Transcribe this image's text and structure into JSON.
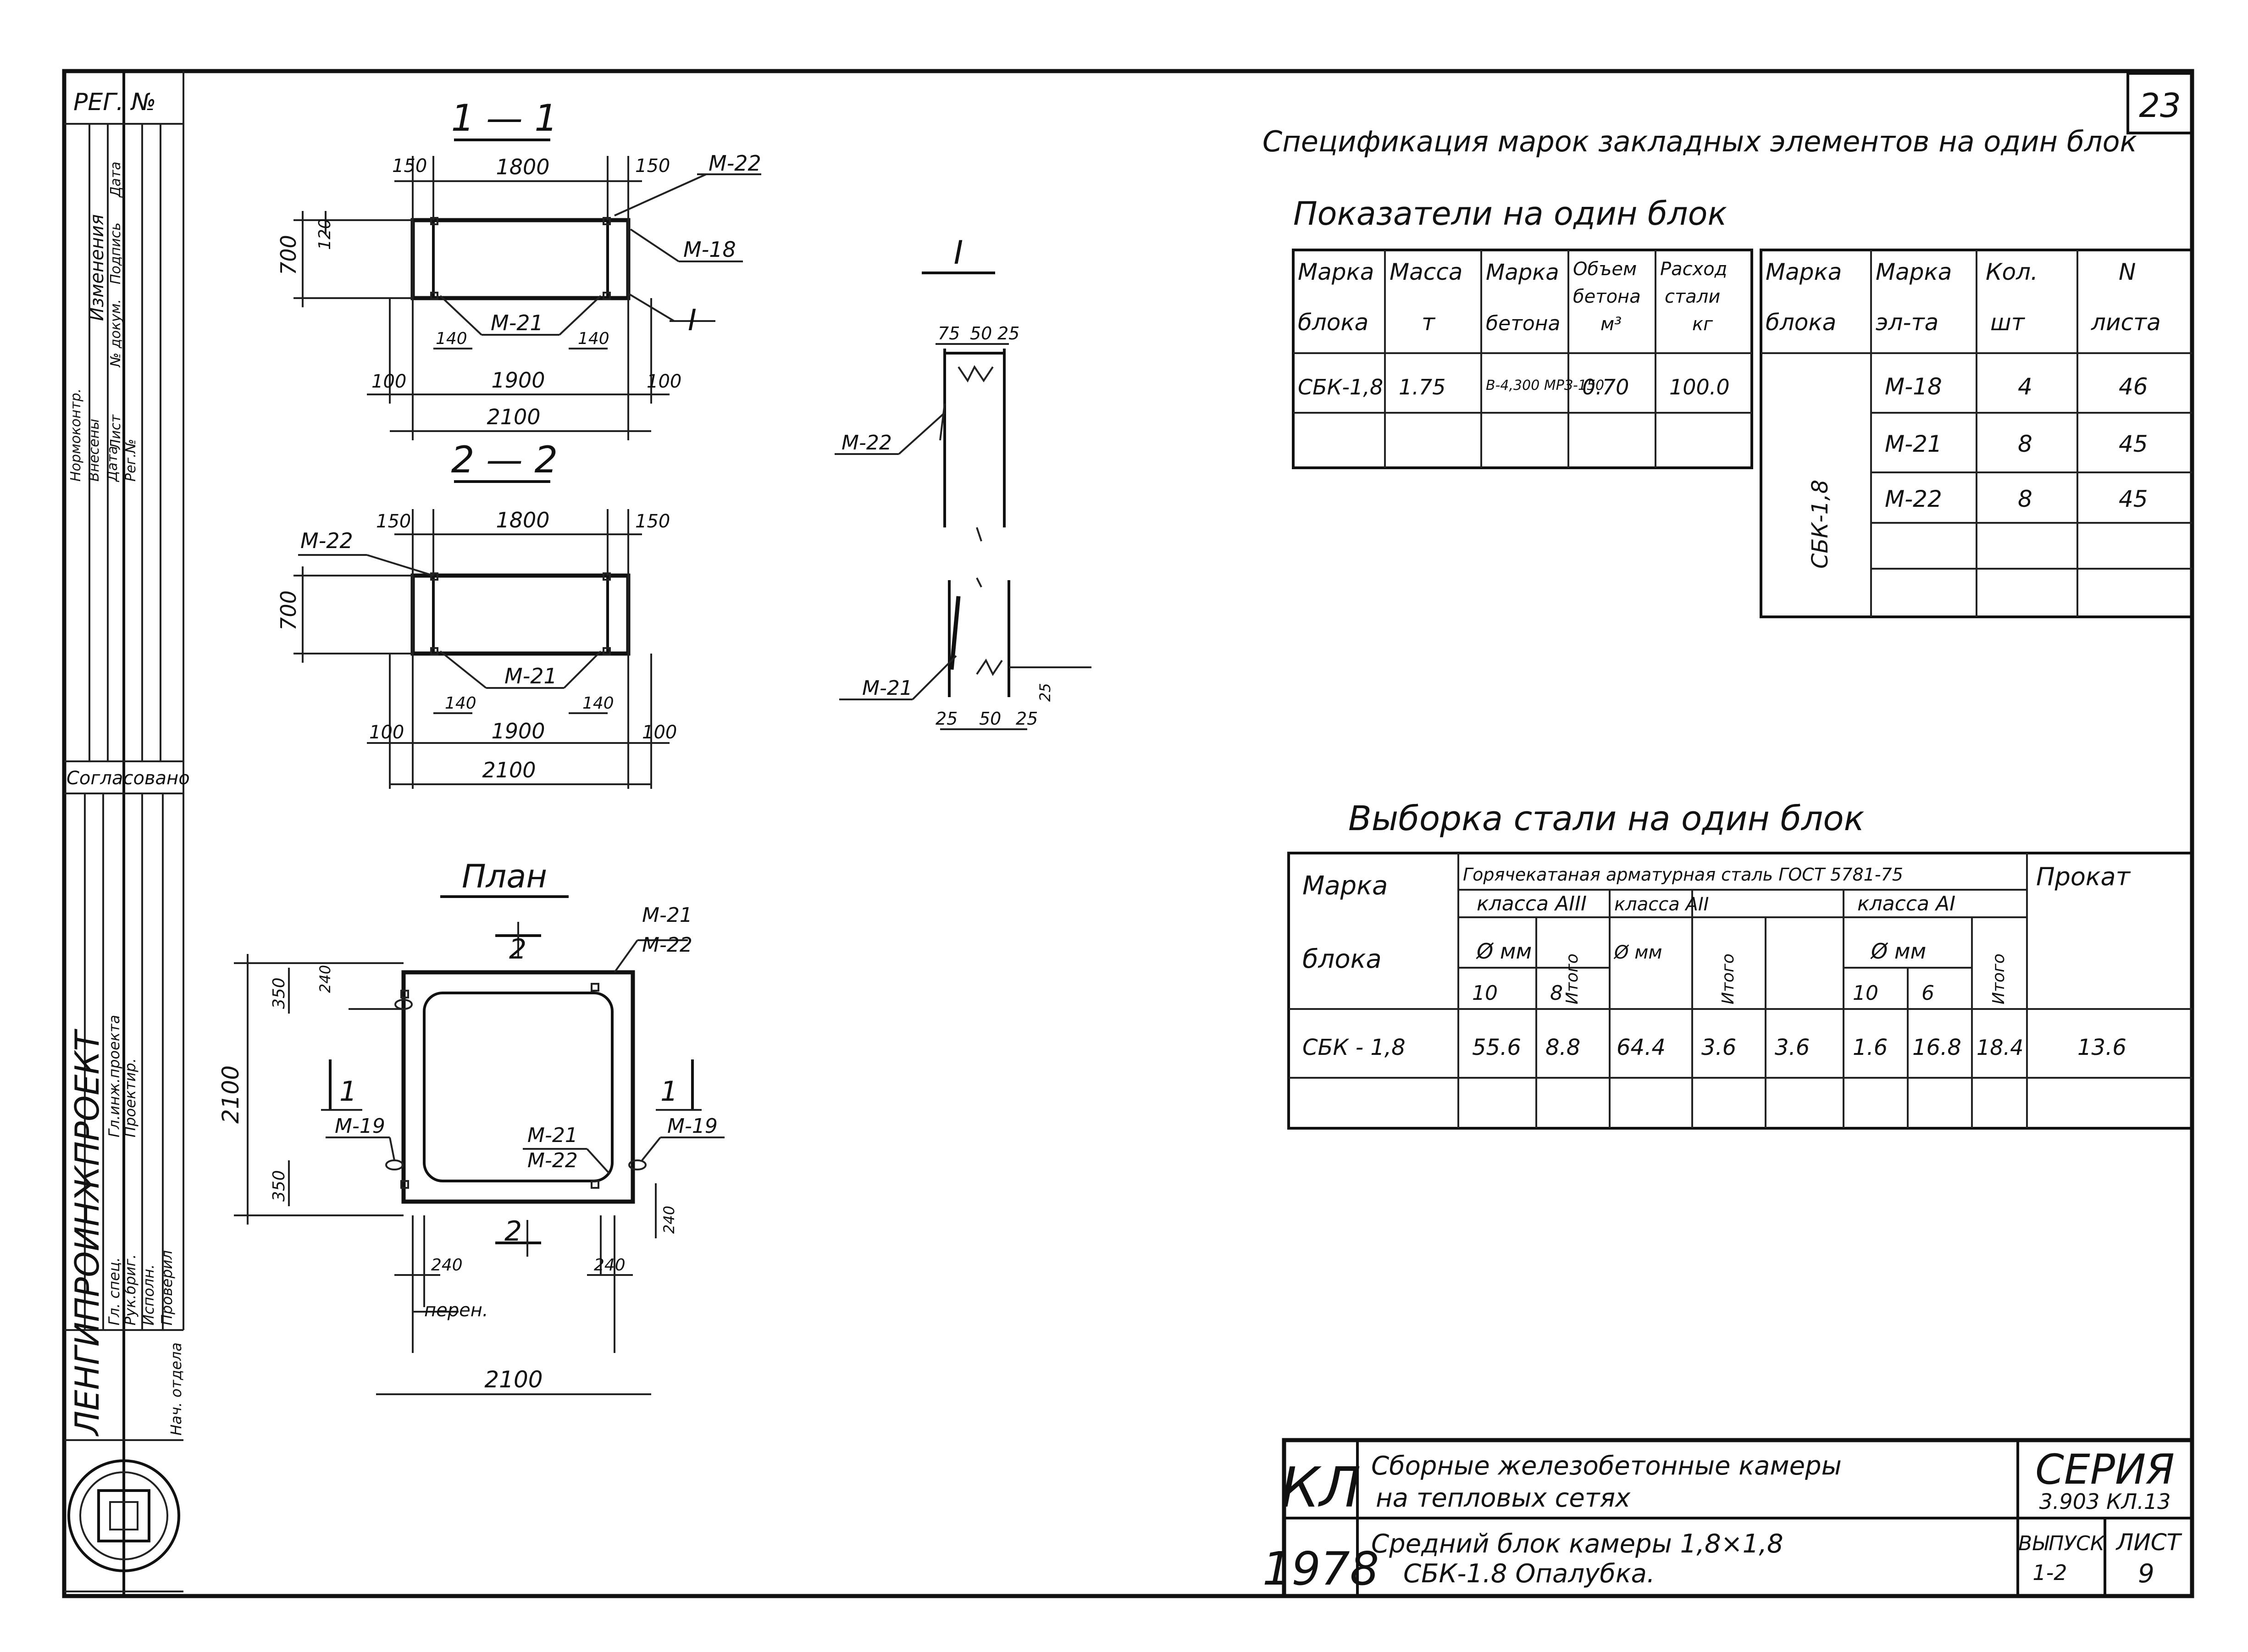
{
  "sheet_number": "23",
  "left_strip": {
    "reg_label": "РЕГ. №",
    "changes_label": "Изменения",
    "changes_sub": [
      "Лист",
      "№ докум.",
      "Подпись",
      "Дата"
    ],
    "inserted_label": [
      "Нормоконтр.",
      "Внесены",
      "Дата",
      "Рег.№"
    ],
    "agreed_label": "Согласовано",
    "institute": "ЛЕНГИПРОИНЖПРОЕКТ",
    "signatures": [
      "Гл. спец.",
      "Рук.бриг.",
      "Гл.инж.проекта",
      "Проектир.",
      "Исполн.",
      "Проверил",
      "Нач. отдела"
    ]
  },
  "section_1_1": {
    "title": "1 — 1",
    "dims": {
      "left_margin": "150",
      "span": "1800",
      "right_margin": "150",
      "height": "700",
      "top_offset": "120",
      "inset_l": "140",
      "inset_r": "140",
      "bottom_l": "100",
      "bottom_span": "1900",
      "bottom_r": "100",
      "total": "2100"
    },
    "labels": {
      "m22": "М-22",
      "m18": "М-18",
      "m21": "М-21",
      "node": "I"
    }
  },
  "section_2_2": {
    "title": "2 — 2",
    "dims": {
      "left_margin": "150",
      "span": "1800",
      "right_margin": "150",
      "height": "700",
      "inset_l": "140",
      "inset_r": "140",
      "bottom_l": "100",
      "bottom_span": "1900",
      "bottom_r": "100",
      "total": "2100"
    },
    "labels": {
      "m22": "М-22",
      "m21": "М-21"
    }
  },
  "node_I": {
    "title": "I",
    "top_dims": [
      "75",
      "50",
      "25"
    ],
    "bottom_dims": [
      "25",
      "50",
      "25"
    ],
    "side_dim": "25",
    "labels": {
      "m22": "М-22",
      "m21": "М-21"
    }
  },
  "plan": {
    "title": "План",
    "section_marks": {
      "top": "2",
      "bottom": "2",
      "left": "1",
      "right": "1"
    },
    "labels": {
      "m21_top": "М-21",
      "m22_top": "М-22",
      "m19_left": "М-19",
      "m19_right": "М-19",
      "m21_mid": "М-21",
      "m22_mid": "М-22"
    },
    "dims": {
      "side": "2100",
      "top_left": "350",
      "top_left_small": "240",
      "bottom_left": "350",
      "bottom_right": "240",
      "lower_left": "240",
      "lower_right": "240",
      "bottom": "2100",
      "note": "перен."
    }
  },
  "indicators": {
    "title": "Показатели на один блок",
    "headers": [
      [
        "Марка",
        "блока"
      ],
      [
        "Масса",
        "т"
      ],
      [
        "Марка",
        "бетона"
      ],
      [
        "Объем",
        "бетона",
        "м³"
      ],
      [
        "Расход",
        "стали",
        "кг"
      ]
    ],
    "rows": [
      [
        "СБК-1,8",
        "1.75",
        "В-4,300 МРЗ-150",
        "0.70",
        "100.0"
      ],
      [
        "",
        "",
        "",
        "",
        ""
      ]
    ]
  },
  "specification": {
    "title": "Спецификация марок закладных элементов на один блок",
    "headers": [
      [
        "Марка",
        "блока"
      ],
      [
        "Марка",
        "эл-та"
      ],
      [
        "Кол.",
        "шт"
      ],
      [
        "N",
        "листа"
      ]
    ],
    "block": "СБК-1,8",
    "rows": [
      [
        "М-18",
        "4",
        "46"
      ],
      [
        "М-21",
        "8",
        "45"
      ],
      [
        "М-22",
        "8",
        "45"
      ],
      [
        "",
        "",
        ""
      ],
      [
        "",
        "",
        ""
      ]
    ]
  },
  "steel": {
    "title": "Выборка стали на один блок",
    "headers": {
      "mark": [
        "Марка",
        "блока"
      ],
      "group": "Горячекатаная арматурная сталь ГОСТ 5781-75",
      "rolled": "Прокат",
      "class3": "класса АIII",
      "class2": "класса АII",
      "class1": "класса АI",
      "diam": "Ø мм",
      "total": "Итого",
      "d3": [
        "10",
        "8"
      ],
      "d1": [
        "10",
        "6"
      ]
    },
    "rows": [
      [
        "СБК - 1,8",
        "55.6",
        "8.8",
        "64.4",
        "3.6",
        "3.6",
        "1.6",
        "16.8",
        "18.4",
        "13.6"
      ],
      [
        "",
        "",
        "",
        "",
        "",
        "",
        "",
        "",
        "",
        ""
      ]
    ]
  },
  "title_block": {
    "code": "КЛ",
    "year": "1978",
    "line1": "Сборные железобетонные камеры",
    "line2": "на тепловых сетях",
    "line3": "Средний блок камеры 1,8×1,8",
    "line4": "СБК-1.8 Опалубка.",
    "series_label": "СЕРИЯ",
    "series_value": "3.903 КЛ.13",
    "issue_label": "ВЫПУСК",
    "issue_value": "1-2",
    "sheet_label": "ЛИСТ",
    "sheet_value": "9"
  }
}
